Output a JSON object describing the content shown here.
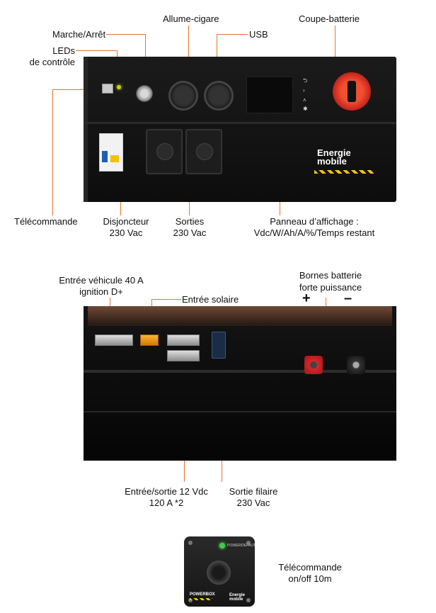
{
  "top_diagram": {
    "labels": {
      "marche_arret": "Marche/Arrêt",
      "leds_line1": "LEDs",
      "leds_line2": "de contrôle",
      "allume_cigare": "Allume-cigare",
      "usb": "USB",
      "coupe_batterie": "Coupe-batterie",
      "telecommande": "Télécommande",
      "disjoncteur_line1": "Disjoncteur",
      "disjoncteur_line2": "230 Vac",
      "sorties_line1": "Sorties",
      "sorties_line2": "230 Vac",
      "panneau_line1": "Panneau d’affichage :",
      "panneau_line2": "Vdc/W/Ah/A/%/Temps restant"
    },
    "device_brand": {
      "line1": "Energie",
      "line2": "mobile"
    }
  },
  "middle_diagram": {
    "labels": {
      "entree_vehicule_line1": "Entrée véhicule 40 A",
      "entree_vehicule_line2": "ignition D+",
      "entree_solaire": "Entrée solaire",
      "bornes_line1": "Bornes batterie",
      "bornes_line2": "forte puissance",
      "plus": "+",
      "minus": "–",
      "entree_sortie_line1": "Entrée/sortie 12 Vdc",
      "entree_sortie_line2": "120 A *2",
      "sortie_filaire_line1": "Sortie filaire",
      "sortie_filaire_line2": "230 Vac"
    }
  },
  "remote_diagram": {
    "labels": {
      "telecommande_line1": "Télécommande",
      "telecommande_line2": "on/off 10m"
    },
    "device_text": {
      "power": "POWER/DEFAUT",
      "powerbox": "POWERBOX",
      "brand_line1": "Energie",
      "brand_line2": "mobile"
    }
  },
  "colors": {
    "leader_line": "#f0712a",
    "device_body": "#111111",
    "accent_red": "#d8262a",
    "accent_orange": "#f9b52a"
  }
}
